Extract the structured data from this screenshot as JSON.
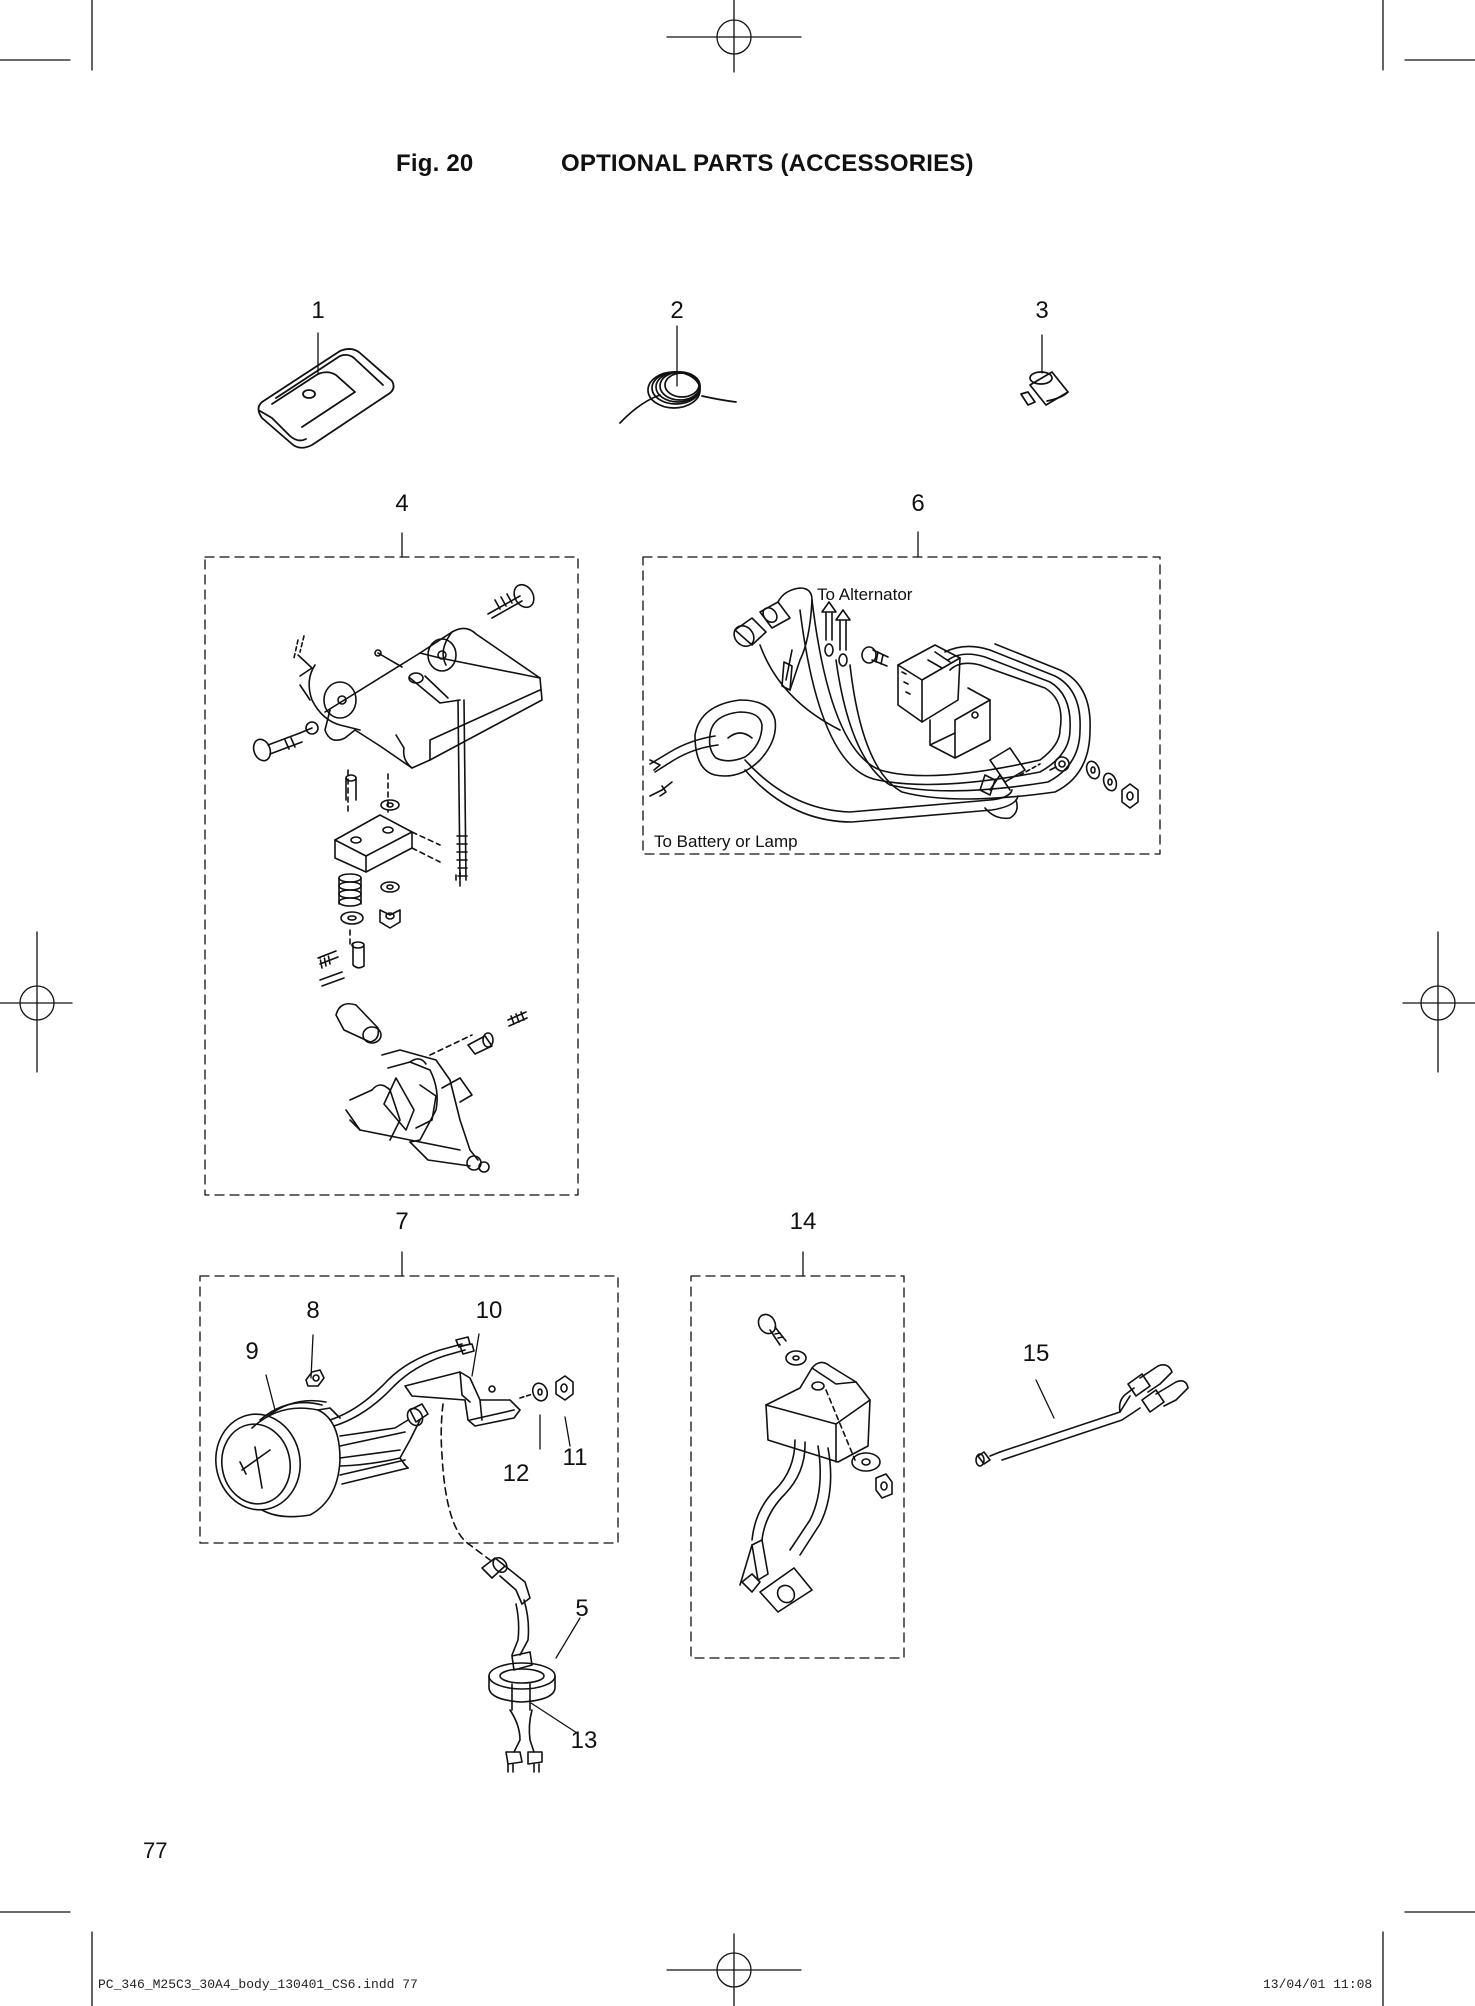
{
  "header": {
    "figure_number": "Fig. 20",
    "title": "OPTIONAL PARTS (ACCESSORIES)"
  },
  "callouts": {
    "c1": "1",
    "c2": "2",
    "c3": "3",
    "c4": "4",
    "c5": "5",
    "c6": "6",
    "c7": "7",
    "c8": "8",
    "c9": "9",
    "c10": "10",
    "c11": "11",
    "c12": "12",
    "c13": "13",
    "c14": "14",
    "c15": "15"
  },
  "notes": {
    "to_alternator": "To Alternator",
    "to_battery": "To Battery or Lamp"
  },
  "footer": {
    "page_number": "77",
    "file_slug": "PC_346_M25C3_30A4_body_130401_CS6.indd   77",
    "date_slug": "13/04/01   11:08"
  }
}
